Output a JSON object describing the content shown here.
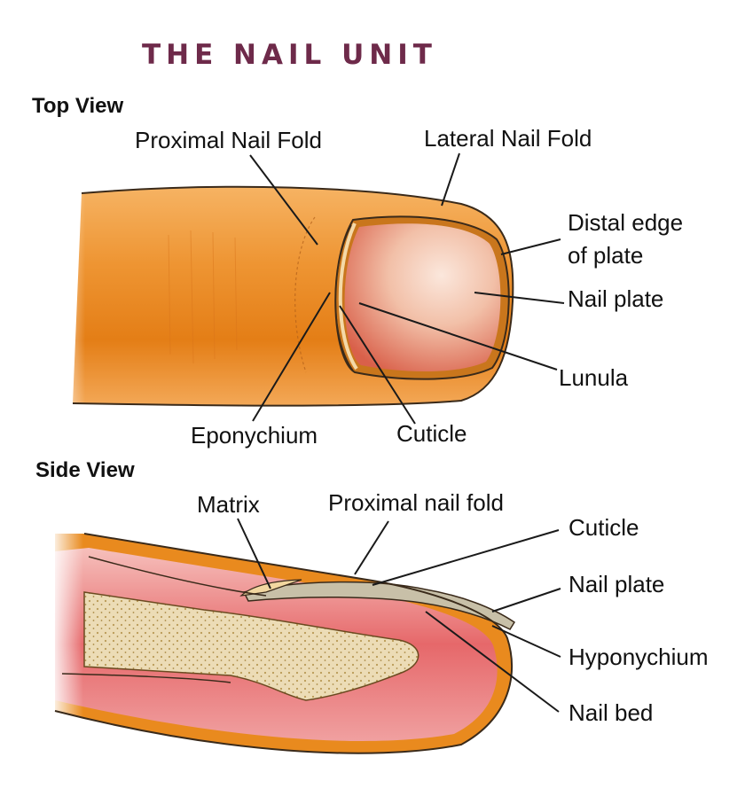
{
  "title": "THE NAIL UNIT",
  "top_view": {
    "heading": "Top View",
    "labels": {
      "proximal_nail_fold": "Proximal Nail Fold",
      "lateral_nail_fold": "Lateral Nail Fold",
      "distal_edge_line1": "Distal edge",
      "distal_edge_line2": "of plate",
      "nail_plate": "Nail plate",
      "lunula": "Lunula",
      "eponychium": "Eponychium",
      "cuticle": "Cuticle"
    }
  },
  "side_view": {
    "heading": "Side View",
    "labels": {
      "matrix": "Matrix",
      "proximal_nail_fold": "Proximal nail fold",
      "cuticle": "Cuticle",
      "nail_plate": "Nail plate",
      "hyponychium": "Hyponychium",
      "nail_bed": "Nail bed"
    }
  },
  "colors": {
    "title": "#6e2a4a",
    "skin_orange": "#e98a1e",
    "skin_light": "#f7c27a",
    "nail_pink": "#f0b6a4",
    "flesh_red": "#e0585a",
    "bone": "#ead9b3"
  }
}
